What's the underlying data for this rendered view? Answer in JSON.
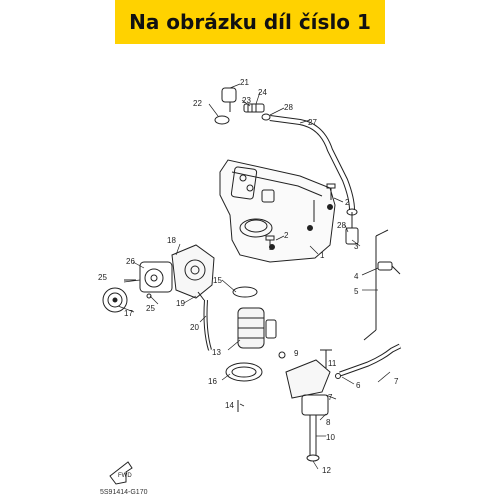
{
  "banner": {
    "text": "Na obrázku díl číslo 1"
  },
  "drawing_code": "5S91414-G170",
  "fwd_label": "FWD",
  "callouts": [
    {
      "id": "c1",
      "text": "1"
    },
    {
      "id": "c2a",
      "text": "2"
    },
    {
      "id": "c2b",
      "text": "2"
    },
    {
      "id": "c3",
      "text": "3"
    },
    {
      "id": "c4",
      "text": "4"
    },
    {
      "id": "c5",
      "text": "5"
    },
    {
      "id": "c6",
      "text": "6"
    },
    {
      "id": "c7a",
      "text": "7"
    },
    {
      "id": "c7b",
      "text": "7"
    },
    {
      "id": "c8",
      "text": "8"
    },
    {
      "id": "c9",
      "text": "9"
    },
    {
      "id": "c10",
      "text": "10"
    },
    {
      "id": "c11",
      "text": "11"
    },
    {
      "id": "c12",
      "text": "12"
    },
    {
      "id": "c13",
      "text": "13"
    },
    {
      "id": "c14",
      "text": "14"
    },
    {
      "id": "c15",
      "text": "15"
    },
    {
      "id": "c16",
      "text": "16"
    },
    {
      "id": "c17",
      "text": "17"
    },
    {
      "id": "c18",
      "text": "18"
    },
    {
      "id": "c19",
      "text": "19"
    },
    {
      "id": "c20",
      "text": "20"
    },
    {
      "id": "c21",
      "text": "21"
    },
    {
      "id": "c22",
      "text": "22"
    },
    {
      "id": "c23",
      "text": "23"
    },
    {
      "id": "c24",
      "text": "24"
    },
    {
      "id": "c25a",
      "text": "25"
    },
    {
      "id": "c25b",
      "text": "25"
    },
    {
      "id": "c26",
      "text": "26"
    },
    {
      "id": "c27",
      "text": "27"
    },
    {
      "id": "c28a",
      "text": "28"
    },
    {
      "id": "c28b",
      "text": "28"
    }
  ]
}
